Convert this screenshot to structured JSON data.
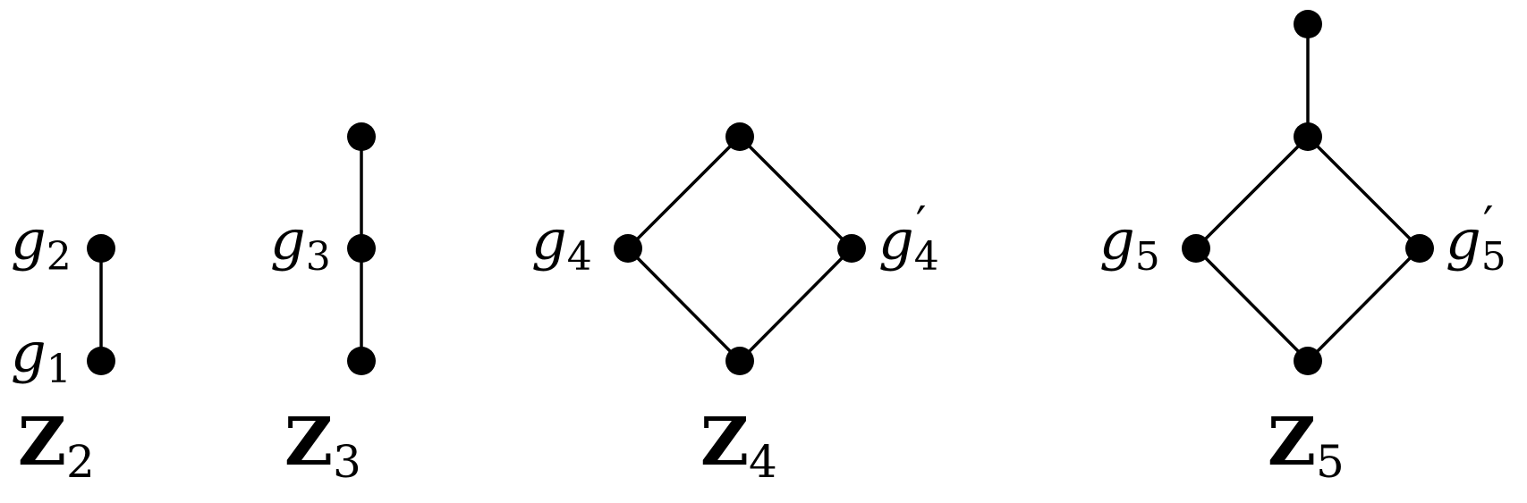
{
  "diagrams": [
    {
      "caption": {
        "main": "Z",
        "sub": "2"
      },
      "labels": [
        {
          "main": "g",
          "sub": "2",
          "prime": ""
        },
        {
          "main": "g",
          "sub": "1",
          "prime": ""
        }
      ]
    },
    {
      "caption": {
        "main": "Z",
        "sub": "3"
      },
      "labels": [
        {
          "main": "g",
          "sub": "3",
          "prime": ""
        }
      ]
    },
    {
      "caption": {
        "main": "Z",
        "sub": "4"
      },
      "labels": [
        {
          "main": "g",
          "sub": "4",
          "prime": ""
        },
        {
          "main": "g",
          "sub": "4",
          "prime": "′"
        }
      ]
    },
    {
      "caption": {
        "main": "Z",
        "sub": "5"
      },
      "labels": [
        {
          "main": "g",
          "sub": "5",
          "prime": ""
        },
        {
          "main": "g",
          "sub": "5",
          "prime": "′"
        }
      ]
    }
  ]
}
